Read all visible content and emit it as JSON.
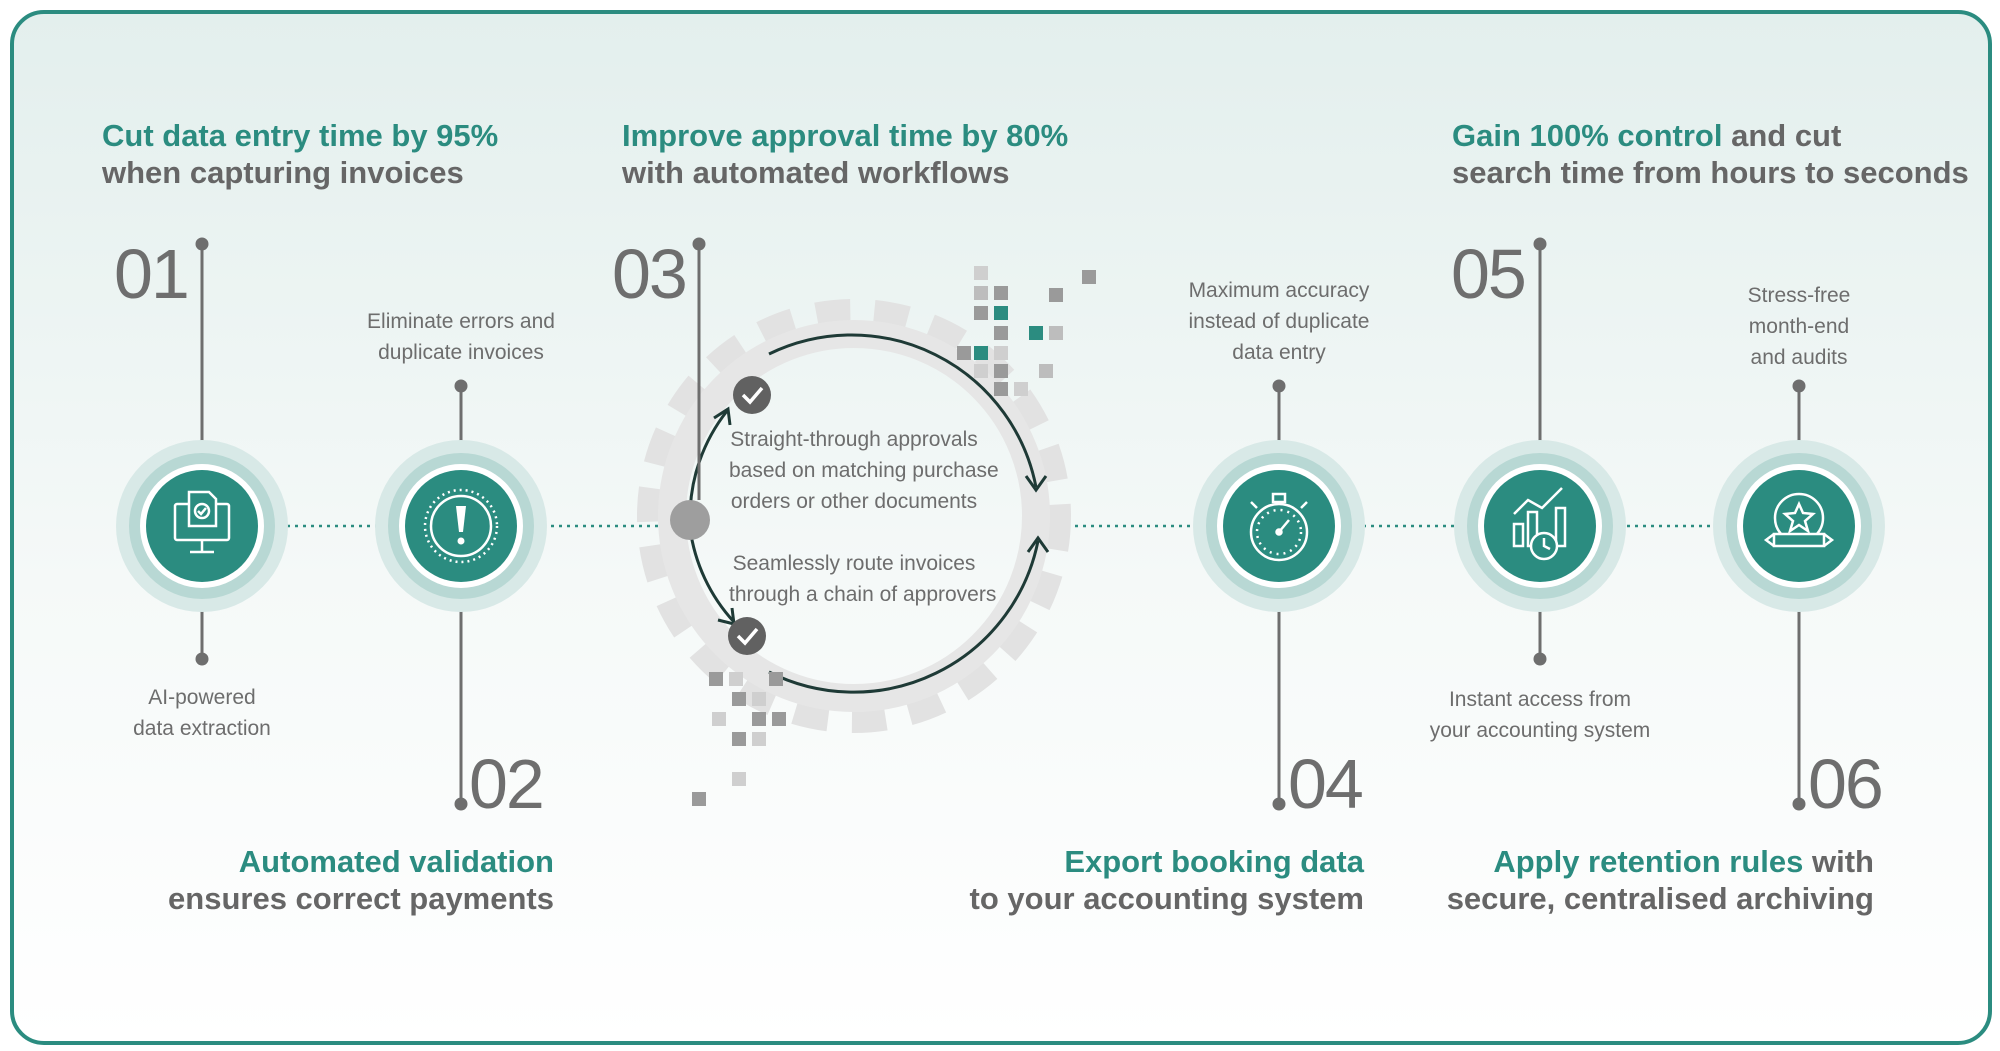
{
  "colors": {
    "accent": "#2b8c80",
    "text": "#666666",
    "ring": "#c7dfdc",
    "gear": "#e0e0e0"
  },
  "steps": [
    {
      "number": "01",
      "headline_highlight": "Cut data entry time by 95%",
      "headline_rest": "when capturing invoices",
      "note": [
        "AI-powered",
        "data extraction"
      ],
      "icon": "monitor-check-icon"
    },
    {
      "number": "02",
      "headline_highlight": "Automated validation",
      "headline_rest": "ensures correct payments",
      "note": [
        "Eliminate errors and",
        "duplicate invoices"
      ],
      "icon": "alert-icon"
    },
    {
      "number": "03",
      "headline_highlight": "Improve approval time by 80%",
      "headline_rest": "with automated workflows",
      "note_top": [
        "Straight-through approvals",
        "based on matching purchase",
        "orders or other documents"
      ],
      "note_bottom": [
        "Seamlessly route invoices",
        "through a chain of approvers"
      ],
      "icon": "gear-cycle-icon"
    },
    {
      "number": "04",
      "headline_highlight": "Export booking data",
      "headline_rest": "to your accounting system",
      "note": [
        "Maximum accuracy",
        "instead of duplicate",
        "data entry"
      ],
      "icon": "stopwatch-icon"
    },
    {
      "number": "05",
      "headline_highlight": "Gain 100% control",
      "headline_mid": "and cut",
      "headline_rest": "search time from hours to seconds",
      "note": [
        "Instant access from",
        "your accounting system"
      ],
      "icon": "chart-clock-icon"
    },
    {
      "number": "06",
      "headline_highlight": "Apply retention rules",
      "headline_mid": "with",
      "headline_rest": "secure, centralised archiving",
      "note": [
        "Stress-free",
        "month-end",
        "and audits"
      ],
      "icon": "award-icon"
    }
  ]
}
